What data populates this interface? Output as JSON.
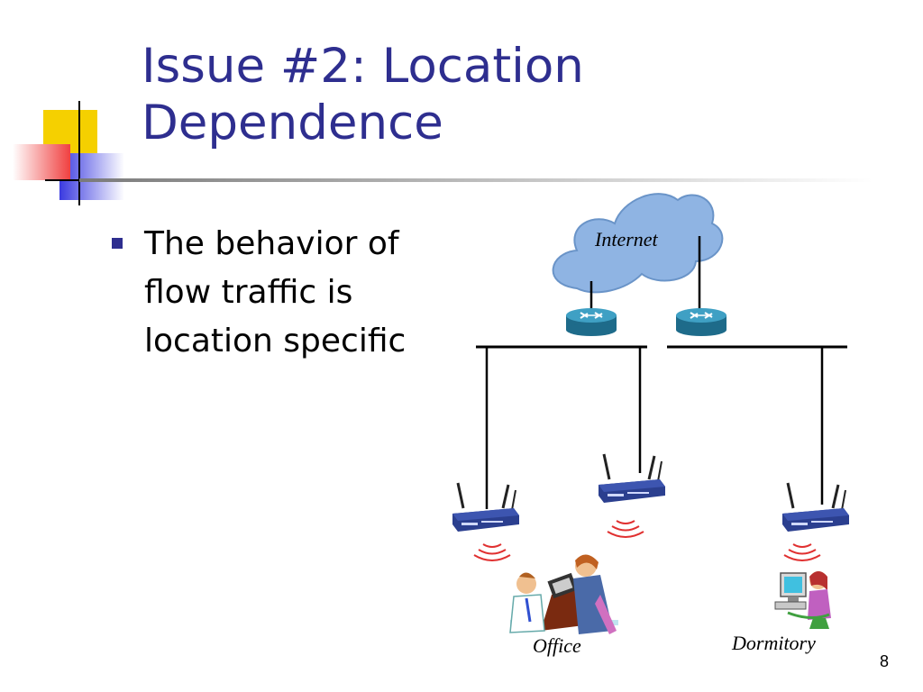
{
  "slide": {
    "title_line1": "Issue #2: Location",
    "title_line2": "Dependence",
    "bullet": "The behavior of flow traffic is location specific",
    "page_number": "8"
  },
  "diagram": {
    "internet_label": "Internet",
    "office_label": "Office",
    "dormitory_label": "Dormitory"
  },
  "colors": {
    "title": "#2e2e8f",
    "cloud": "#8fb4e3",
    "router": "#2f7f9f",
    "signal": "#e03030",
    "deco_yellow": "#f5d000",
    "deco_blue": "#3a3ae0",
    "deco_red": "#f04040"
  }
}
